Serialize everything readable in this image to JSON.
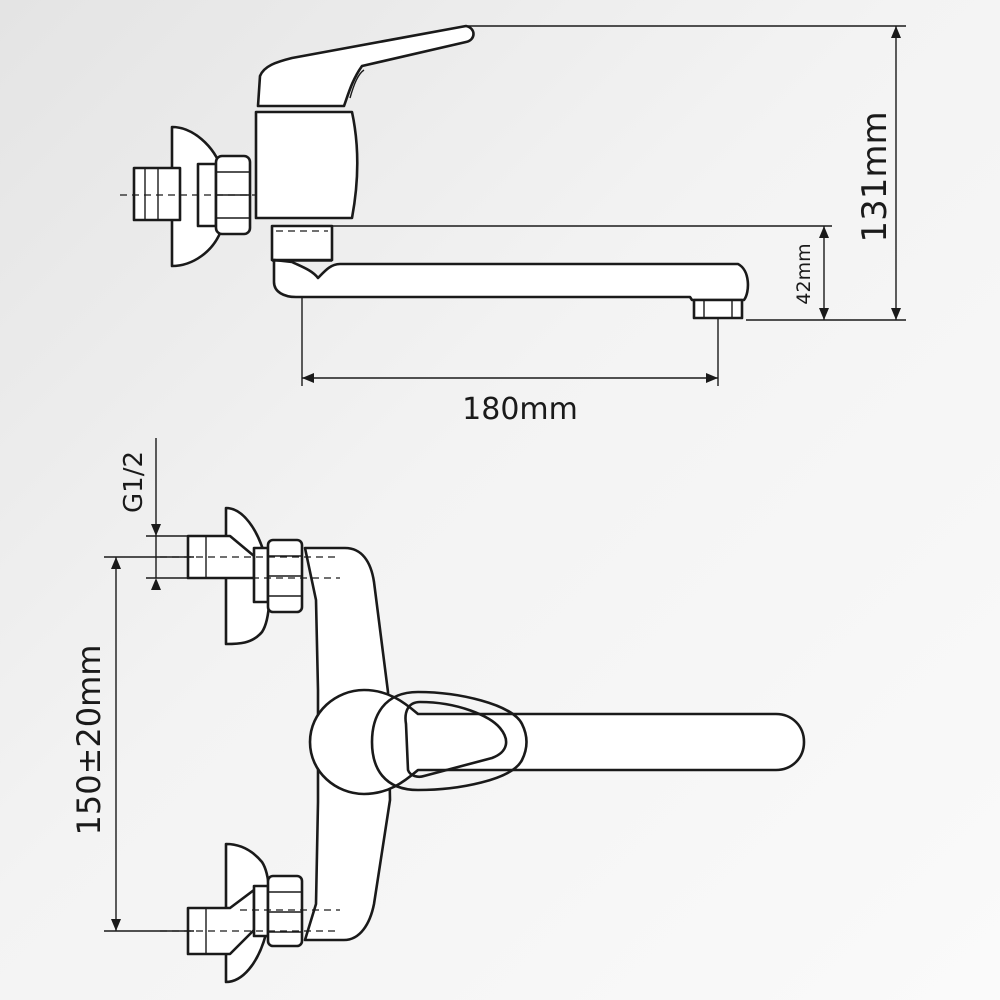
{
  "dimensions": {
    "total_height": "131mm",
    "spout_height": "42mm",
    "spout_reach": "180mm",
    "thread_size": "G1/2",
    "inlet_spacing": "150±20mm"
  },
  "colors": {
    "line": "#1a1a1a",
    "body_fill": "#ffffff",
    "background": "#eeeeee"
  }
}
